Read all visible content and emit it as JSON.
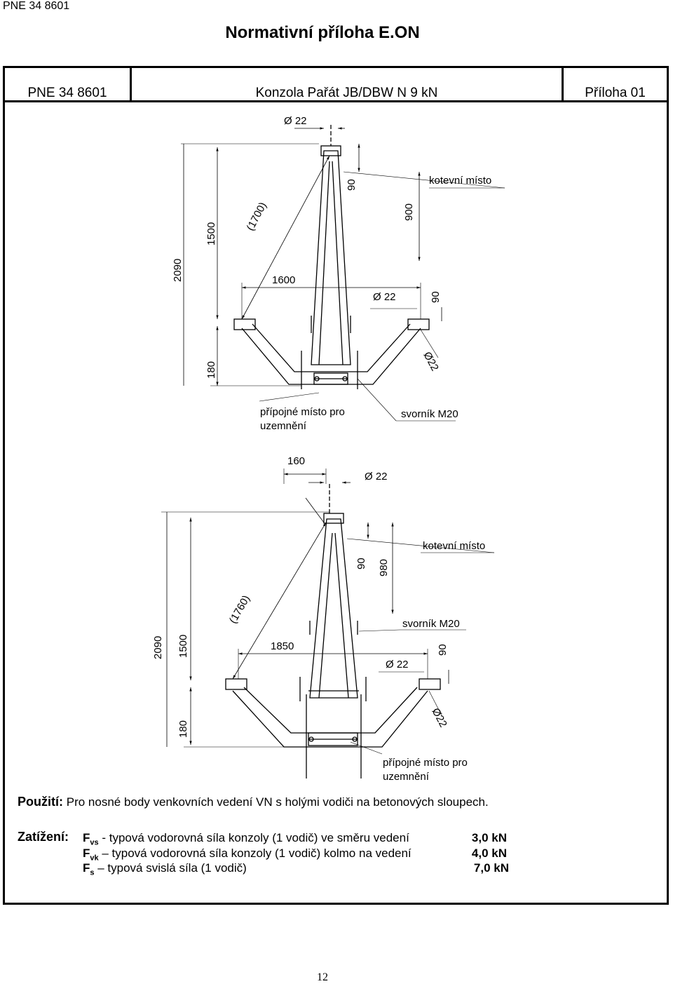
{
  "header": {
    "doc_code": "PNE 34 8601",
    "title": "Normativní příloha E.ON"
  },
  "table_header": {
    "standard": "PNE 34 8601",
    "name": "Konzola Pařát JB/DBW N 9 kN",
    "appendix": "Příloha 01"
  },
  "drawing_top": {
    "dims": {
      "bolt_dia_top": "Ø 22",
      "d90_top": "90",
      "anchor_label": "kotevní místo",
      "d900": "900",
      "d1700": "(1700)",
      "d1500": "1500",
      "d2090": "2090",
      "d1600": "1600",
      "bolt_dia_mid": "Ø 22",
      "d90_mid": "90",
      "dia_arm": "Ø22",
      "d180": "180",
      "ground_label_1": "přípojné místo pro",
      "ground_label_2": "uzemnění",
      "bolt_label": "svorník M20"
    }
  },
  "drawing_bottom": {
    "dims": {
      "d160": "160",
      "bolt_dia_top": "Ø 22",
      "anchor_label": "kotevní místo",
      "d90_top": "90",
      "d980": "980",
      "d1760": "(1760)",
      "bolt_label": "svorník M20",
      "d2090": "2090",
      "d1500": "1500",
      "d1850": "1850",
      "d90_mid": "90",
      "bolt_dia_mid": "Ø 22",
      "dia_arm": "Ø22",
      "d180": "180",
      "ground_label_1": "přípojné místo pro",
      "ground_label_2": "uzemnění"
    }
  },
  "usage": {
    "label": "Použití:",
    "text": "Pro nosné body venkovních vedení VN s holými vodiči na betonových sloupech."
  },
  "loads": {
    "label": "Zatížení:",
    "rows": [
      {
        "sym": "F",
        "sub": "vs",
        "text": " - typová vodorovná síla konzoly (1 vodič) ve směru vedení",
        "value": "3,0 kN"
      },
      {
        "sym": "F",
        "sub": "vk",
        "text": " – typová vodorovná síla konzoly (1 vodič) kolmo na vedení",
        "value": "4,0 kN"
      },
      {
        "sym": "F",
        "sub": "s",
        "text": " – typová svislá síla (1 vodič)",
        "value": "7,0 kN"
      }
    ]
  },
  "footer": {
    "page": "12"
  }
}
